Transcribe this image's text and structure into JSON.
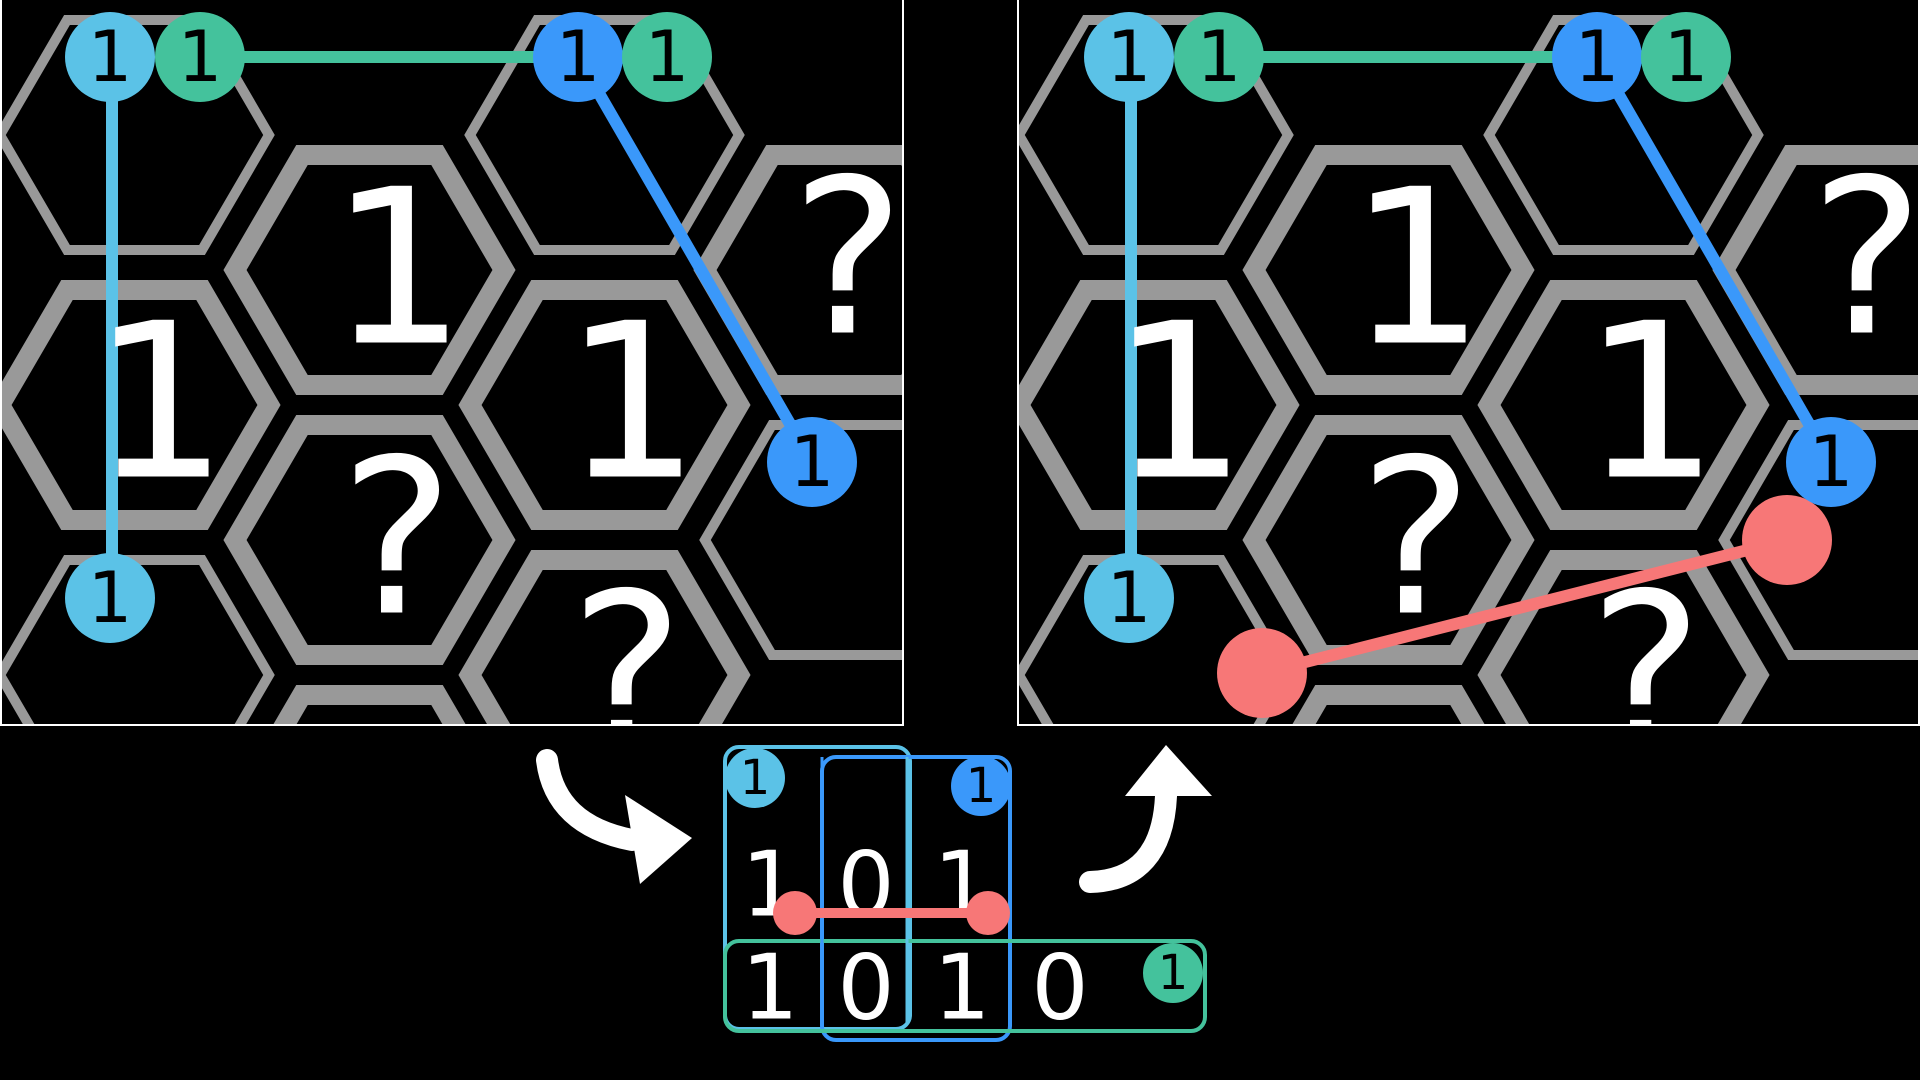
{
  "colors": {
    "background": "#000000",
    "grid": "#999999",
    "clue_light_blue": "#5bc2e7",
    "clue_green": "#44c29c",
    "clue_blue": "#3a98fa",
    "connector_red": "#f77777",
    "panel_border": "#ffffff"
  },
  "panels": [
    {
      "name": "before",
      "cells": [
        {
          "text": "1"
        },
        {
          "text": "1"
        },
        {
          "text": "1"
        },
        {
          "text": "?"
        },
        {
          "text": "?"
        },
        {
          "text": "?"
        }
      ],
      "clues": [
        {
          "text": "1",
          "color": "clue_light_blue"
        },
        {
          "text": "1",
          "color": "clue_green"
        },
        {
          "text": "1",
          "color": "clue_blue"
        },
        {
          "text": "1",
          "color": "clue_green"
        },
        {
          "text": "1",
          "color": "clue_blue"
        },
        {
          "text": "1",
          "color": "clue_light_blue"
        }
      ],
      "show_red_connector": false
    },
    {
      "name": "after",
      "cells": [
        {
          "text": "1"
        },
        {
          "text": "1"
        },
        {
          "text": "1"
        },
        {
          "text": "?"
        },
        {
          "text": "?"
        },
        {
          "text": "?"
        }
      ],
      "clues": [
        {
          "text": "1",
          "color": "clue_light_blue"
        },
        {
          "text": "1",
          "color": "clue_green"
        },
        {
          "text": "1",
          "color": "clue_blue"
        },
        {
          "text": "1",
          "color": "clue_green"
        },
        {
          "text": "1",
          "color": "clue_blue"
        },
        {
          "text": "1",
          "color": "clue_light_blue"
        }
      ],
      "show_red_connector": true
    }
  ],
  "explanation": {
    "top_row": [
      "1",
      "0",
      "1"
    ],
    "bottom_row": [
      "1",
      "0",
      "1",
      "0"
    ],
    "clues": [
      {
        "text": "1",
        "color": "clue_light_blue"
      },
      {
        "text": "1",
        "color": "clue_blue"
      },
      {
        "text": "1",
        "color": "clue_green"
      }
    ]
  },
  "arrows": {
    "left_icon": "curved-arrow-down-right-icon",
    "right_icon": "curved-arrow-up-right-icon"
  }
}
